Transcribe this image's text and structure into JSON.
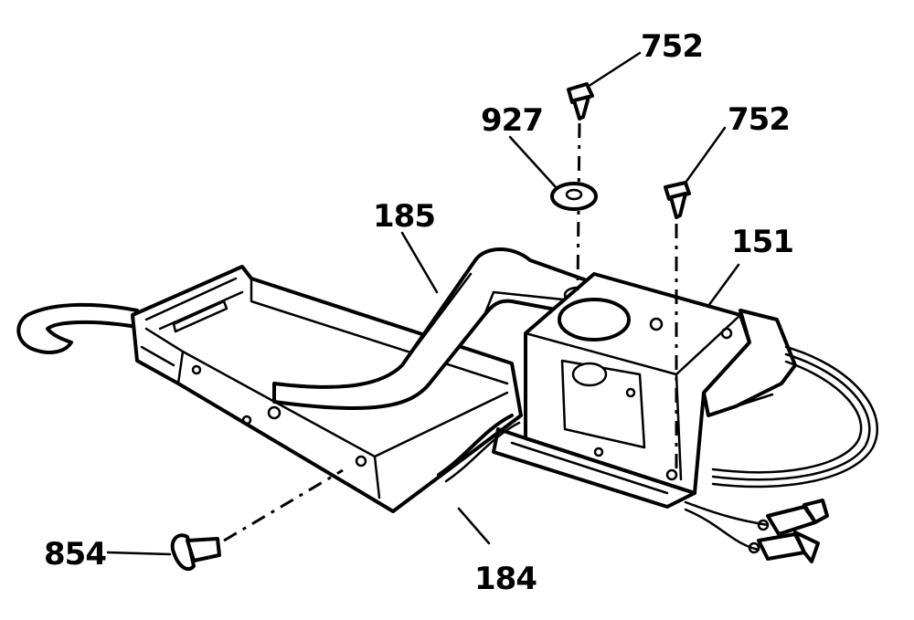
{
  "callouts": [
    {
      "id": "752a",
      "label": "752"
    },
    {
      "id": "927",
      "label": "927"
    },
    {
      "id": "752b",
      "label": "752"
    },
    {
      "id": "185",
      "label": "185"
    },
    {
      "id": "151",
      "label": "151"
    },
    {
      "id": "854",
      "label": "854"
    },
    {
      "id": "184",
      "label": "184"
    }
  ]
}
